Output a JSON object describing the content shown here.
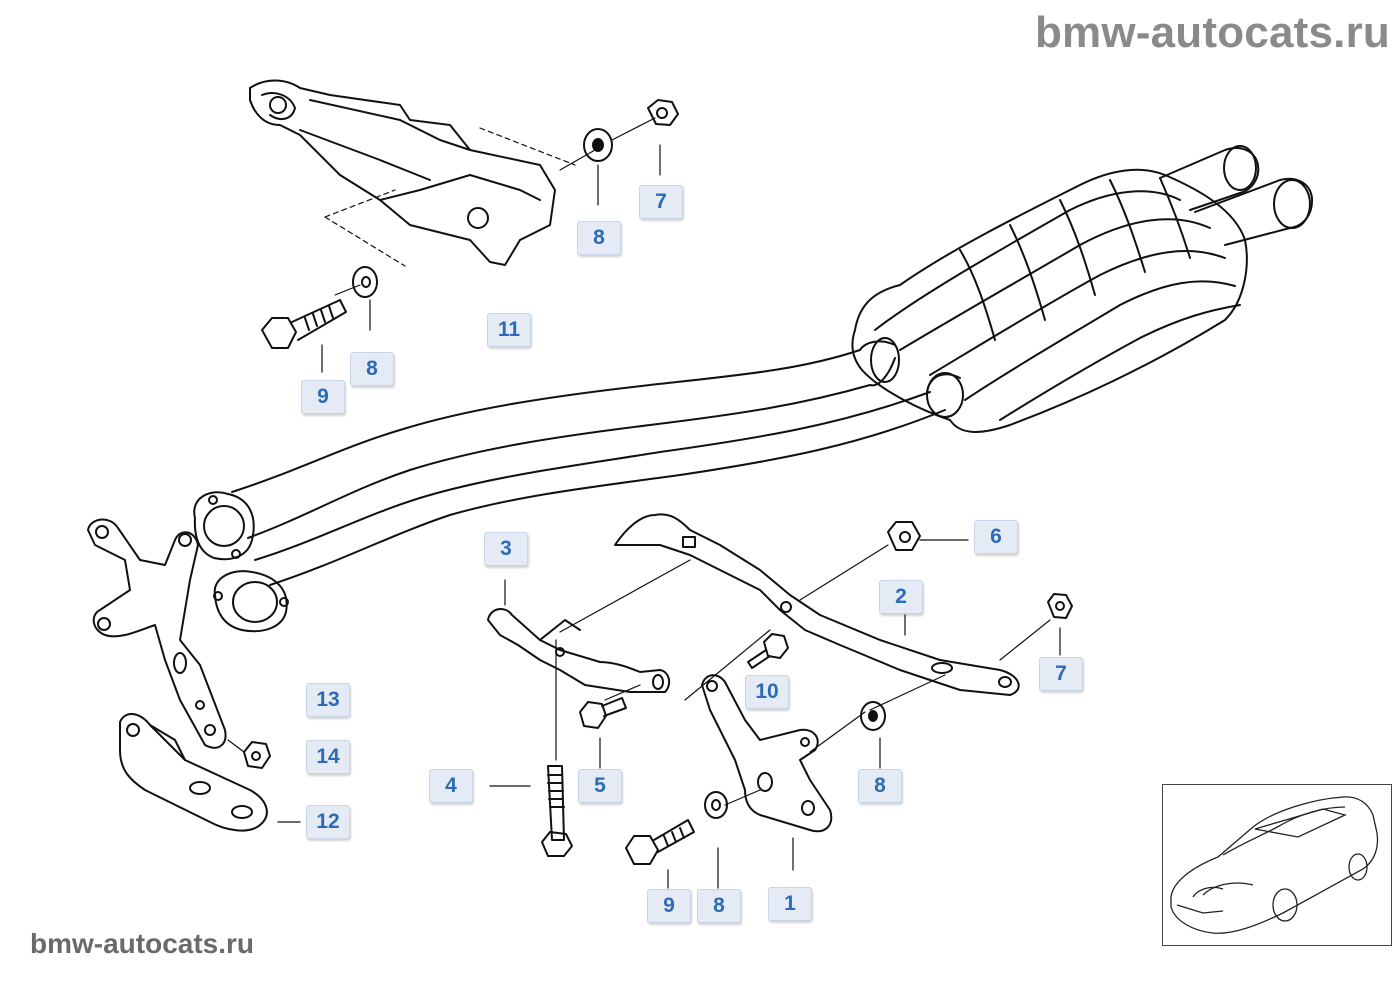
{
  "watermarks": {
    "top": "bmw-autocats.ru",
    "bottom": "bmw-autocats.ru"
  },
  "diagram": {
    "subject": "exhaust-system-front-pipe-silencer-with-mounting-brackets",
    "callout_color": "#2e6bb5",
    "callout_background": "#e4ebf5",
    "callouts": [
      {
        "id": "c7-top",
        "label": "7"
      },
      {
        "id": "c8-top",
        "label": "8"
      },
      {
        "id": "c11",
        "label": "11"
      },
      {
        "id": "c8-left",
        "label": "8"
      },
      {
        "id": "c9-left",
        "label": "9"
      },
      {
        "id": "c3",
        "label": "3"
      },
      {
        "id": "c6",
        "label": "6"
      },
      {
        "id": "c2",
        "label": "2"
      },
      {
        "id": "c7-right",
        "label": "7"
      },
      {
        "id": "c10",
        "label": "10"
      },
      {
        "id": "c13",
        "label": "13"
      },
      {
        "id": "c14",
        "label": "14"
      },
      {
        "id": "c12",
        "label": "12"
      },
      {
        "id": "c4",
        "label": "4"
      },
      {
        "id": "c5",
        "label": "5"
      },
      {
        "id": "c8-right",
        "label": "8"
      },
      {
        "id": "c9-bottom",
        "label": "9"
      },
      {
        "id": "c8-bottom",
        "label": "8"
      },
      {
        "id": "c1",
        "label": "1"
      }
    ]
  },
  "thumbnail": {
    "subject": "car-location-thumbnail"
  }
}
